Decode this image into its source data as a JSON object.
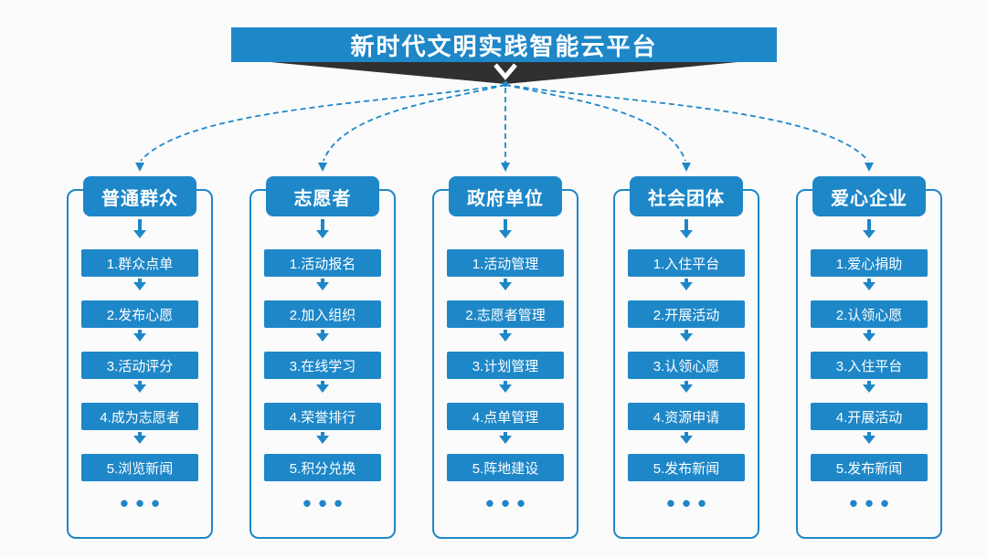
{
  "title": "新时代文明实践智能云平台",
  "colors": {
    "primary": "#1E87C8",
    "ribbon": "#303030",
    "background": "#fbfbfb"
  },
  "columns": [
    {
      "id": "general-public",
      "header": "普通群众",
      "items": [
        "1.群众点单",
        "2.发布心愿",
        "3.活动评分",
        "4.成为志愿者",
        "5.浏览新闻"
      ],
      "more": "•••"
    },
    {
      "id": "volunteers",
      "header": "志愿者",
      "items": [
        "1.活动报名",
        "2.加入组织",
        "3.在线学习",
        "4.荣誉排行",
        "5.积分兑换"
      ],
      "more": "•••"
    },
    {
      "id": "government-units",
      "header": "政府单位",
      "items": [
        "1.活动管理",
        "2.志愿者管理",
        "3.计划管理",
        "4.点单管理",
        "5.阵地建设"
      ],
      "more": "•••"
    },
    {
      "id": "social-groups",
      "header": "社会团体",
      "items": [
        "1.入住平台",
        "2.开展活动",
        "3.认领心愿",
        "4.资源申请",
        "5.发布新闻"
      ],
      "more": "•••"
    },
    {
      "id": "charity-enterprises",
      "header": "爱心企业",
      "items": [
        "1.爱心捐助",
        "2.认领心愿",
        "3.入住平台",
        "4.开展活动",
        "5.发布新闻"
      ],
      "more": "•••"
    }
  ]
}
